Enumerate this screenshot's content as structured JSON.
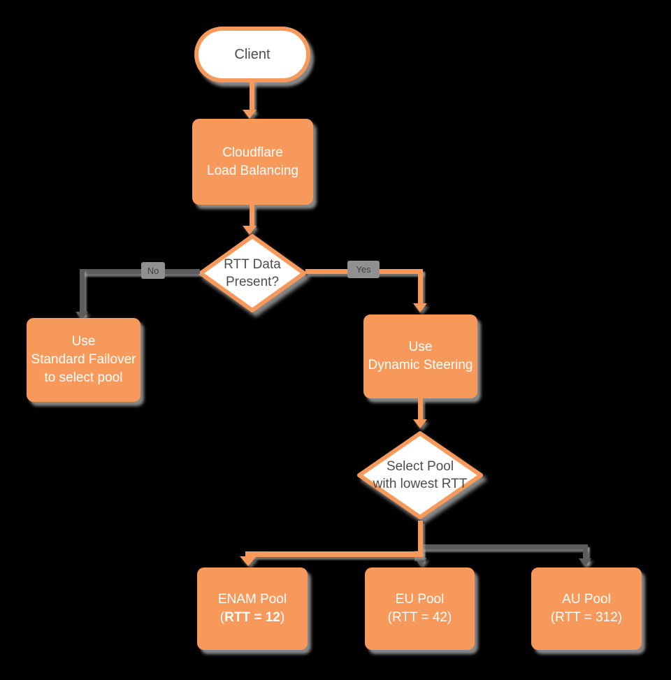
{
  "diagram": {
    "title": "Cloudflare Load Balancing flowchart",
    "colors": {
      "node_orange": "#F7995A",
      "gray_connector": "#5C5C5C",
      "node_text_light": "#FFFFFF",
      "node_text_dark": "#4D4D4D",
      "edge_label_bg": "#909090",
      "background": "#000000"
    },
    "nodes": {
      "client": {
        "label": "Client"
      },
      "load_balancer": {
        "line1": "Cloudflare",
        "line2": "Load Balancing"
      },
      "rtt_decision": {
        "line1": "RTT Data",
        "line2": "Present?"
      },
      "standard_failover": {
        "line1": "Use",
        "line2": "Standard Failover",
        "line3": "to select pool"
      },
      "dynamic_steering": {
        "line1": "Use",
        "line2": "Dynamic Steering"
      },
      "select_pool": {
        "line1": "Select Pool",
        "line2": "with lowest RTT"
      },
      "enam_pool": {
        "title": "ENAM Pool",
        "rtt_prefix": "(",
        "rtt_bold": "RTT = 12",
        "rtt_suffix": ")"
      },
      "eu_pool": {
        "title": "EU Pool",
        "rtt": "(RTT = 42)"
      },
      "au_pool": {
        "title": "AU Pool",
        "rtt": "(RTT = 312)"
      }
    },
    "edges": {
      "no_label": "No",
      "yes_label": "Yes"
    }
  }
}
